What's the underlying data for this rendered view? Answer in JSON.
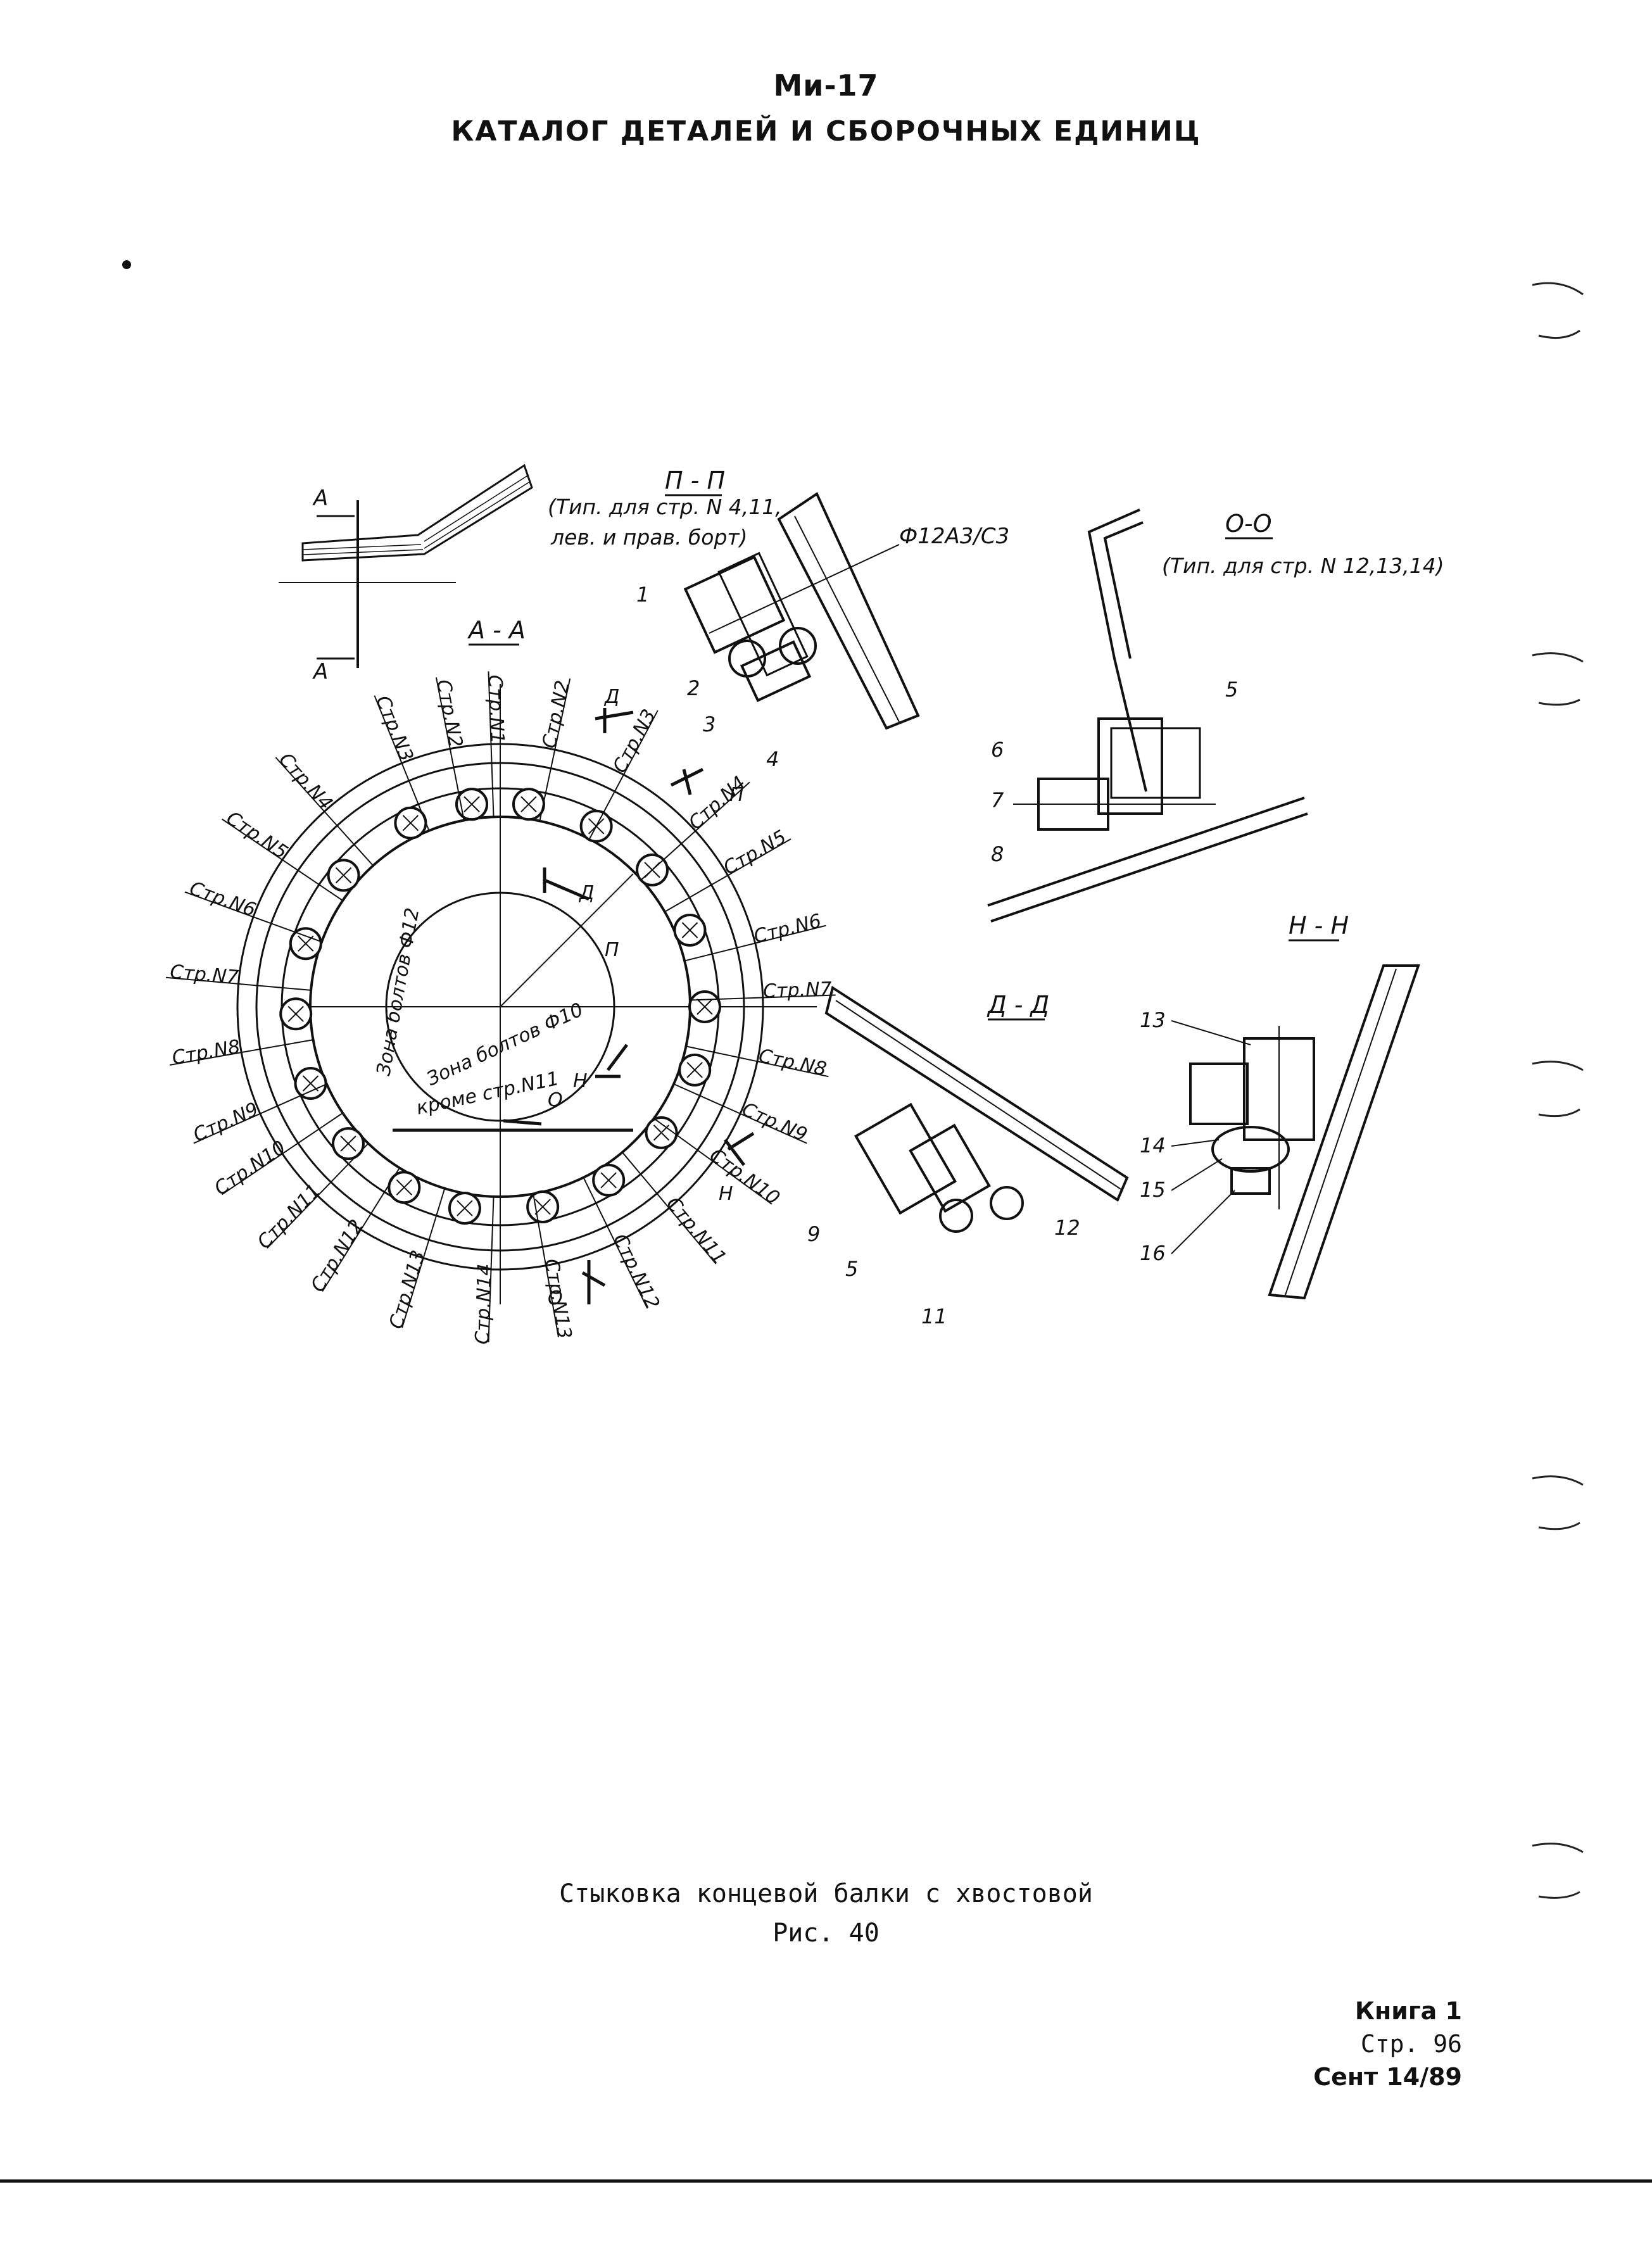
{
  "header": {
    "aircraft": "Ми-17",
    "catalog_title": "КАТАЛОГ ДЕТАЛЕЙ И СБОРОЧНЫХ ЕДИНИЦ"
  },
  "figure": {
    "caption": "Стыковка концевой балки с хвостовой",
    "number": "Рис. 40",
    "section_aa": "А - А",
    "section_pp": "П - П",
    "pp_note_1": "(Тип. для стр. N 4,11,",
    "pp_note_2": "лев. и прав. борт)",
    "pp_dim": "Ф12А3/С3",
    "section_oo": "О-О",
    "oo_note": "(Тип. для стр.  N 12,13,14)",
    "section_dd": "Д - Д",
    "section_nn": "Н - Н",
    "view_mark_a": "А",
    "zone_12": "Зона болтов Ф12",
    "zone_10_1": "Зона болтов Ф10",
    "zone_10_2": "кроме стр.N11",
    "cut_d": "Д",
    "cut_p": "П",
    "cut_n": "Н",
    "cut_o": "О",
    "stringers": [
      "Стр.N1",
      "Стр.N2",
      "Стр.N3",
      "Стр.N4",
      "Стр.N5",
      "Стр.N6",
      "Стр.N7",
      "Стр.N8",
      "Стр.N9",
      "Стр.N10",
      "Стр.N11",
      "Стр.N12",
      "Стр.N13",
      "Стр.N14"
    ],
    "item_numbers": [
      "1",
      "2",
      "3",
      "4",
      "5",
      "6",
      "7",
      "8",
      "9",
      "5",
      "11",
      "12",
      "13",
      "14",
      "15",
      "16"
    ]
  },
  "footer": {
    "book": "Книга 1",
    "page": "Стр. 96",
    "date": "Сент 14/89"
  }
}
